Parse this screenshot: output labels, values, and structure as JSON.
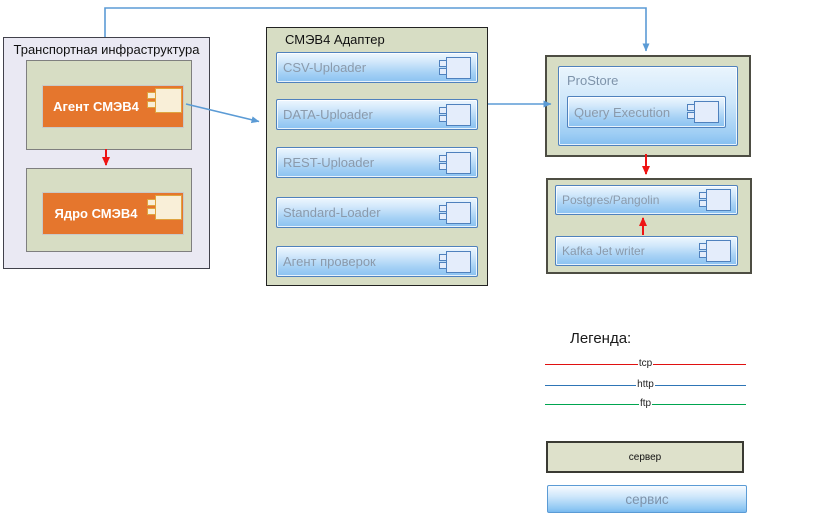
{
  "transport": {
    "title": "Транспортная инфраструктура",
    "components": [
      "Агент СМЭВ4",
      "Ядро СМЭВ4"
    ]
  },
  "adapter": {
    "title": "СМЭВ4 Адаптер",
    "components": [
      "CSV-Uploader",
      "DATA-Uploader",
      "REST-Uploader",
      "Standard-Loader",
      "Агент проверок"
    ]
  },
  "prostore": {
    "title": "ProStore",
    "components": [
      "Query Execution"
    ]
  },
  "storage": {
    "components": [
      "Postgres/Pangolin",
      "Kafka Jet writer"
    ]
  },
  "legend": {
    "title": "Легенда:",
    "connections": [
      {
        "label": "tcp",
        "color": "#e01010"
      },
      {
        "label": "http",
        "color": "#2e75b6"
      },
      {
        "label": "ftp",
        "color": "#00a550"
      }
    ],
    "node_types": [
      {
        "label": "сервер"
      },
      {
        "label": "сервис"
      }
    ]
  },
  "colors": {
    "arrow_blue": "#5b9bd5",
    "arrow_red": "#ee1414",
    "frame_olive": "#d7ddc4",
    "transport_fill": "#eae9f3",
    "component_orange": "#e5762d"
  }
}
